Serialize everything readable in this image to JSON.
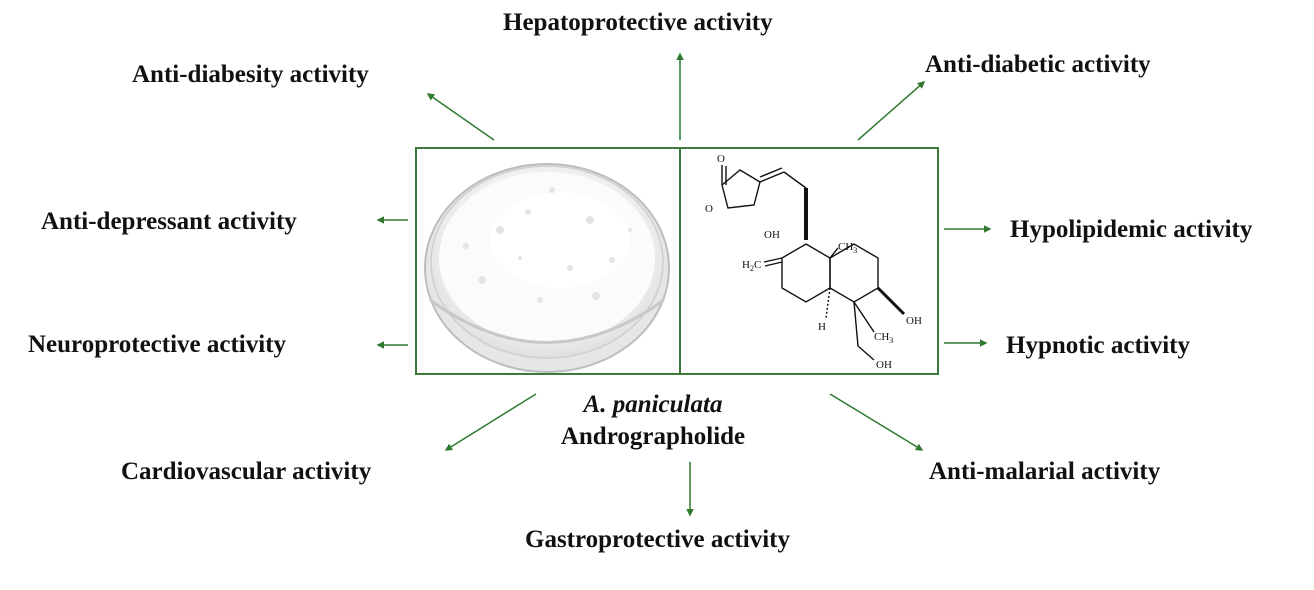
{
  "colors": {
    "arrow": "#2f7a2f",
    "frame": "#3c7a3c",
    "text": "#111111"
  },
  "center": {
    "species": "A. paniculata",
    "compound": "Andrographolide"
  },
  "activities": {
    "top": "Hepatoprotective activity",
    "top_left": "Anti-diabesity activity",
    "top_right": "Anti-diabetic activity",
    "mid_left": "Anti-depressant activity",
    "lower_left": "Neuroprotective activity",
    "mid_right": "Hypolipidemic activity",
    "lower_right": "Hypnotic activity",
    "bottom_left": "Cardiovascular activity",
    "bottom_right": "Anti-malarial activity",
    "bottom": "Gastroprotective activity"
  },
  "structure": {
    "atoms": {
      "carbonyl_o": "O",
      "ring_o": "O",
      "hydroxyl_1": "OH",
      "methyl_top": "CH",
      "methyl_top_sub": "3",
      "methylene": "H",
      "methylene_sub": "2",
      "methylene_c": "C",
      "hydroxyl_2": "OH",
      "hydrogen": "H",
      "methyl_bottom": "CH",
      "methyl_bottom_sub": "3",
      "hydroxyl_3": "OH"
    }
  },
  "images": {
    "powder": "white-powder-petri-dish"
  }
}
